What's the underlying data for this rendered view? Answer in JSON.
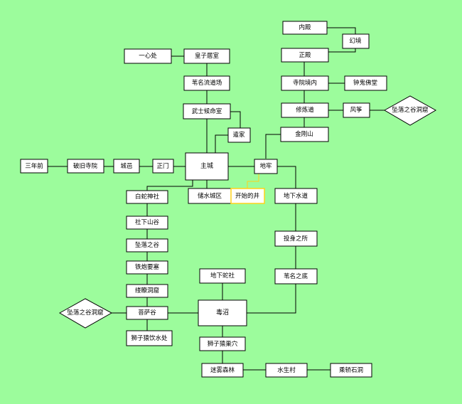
{
  "diagram": {
    "nodes": {
      "neidian": "内殿",
      "huanjing": "幻境",
      "zhengdian": "正殿",
      "siyuanjingnei": "寺院境内",
      "zhongguifotang": "钟鬼佛堂",
      "xiulian": "修炼道",
      "fengchuan": "风筝",
      "zhuiluo_right": "坠落之谷洞窟",
      "jingangshan": "金刚山",
      "yixinchu": "一心处",
      "huangzi": "皇子居室",
      "weiming": "苇名流道场",
      "wushi": "武士候命室",
      "lianjia": "遣家",
      "sannianqian": "三年前",
      "pojiu": "破旧寺院",
      "chengyi": "城邑",
      "zhengmen": "正门",
      "zhucheng": "主城",
      "dilao": "地牢",
      "baishe": "白蛇神社",
      "chushui": "储水城区",
      "kaishi": "开始的井",
      "dixiashuidao": "地下水道",
      "sheshan": "社下山谷",
      "zhuiluo_gu": "坠落之谷",
      "toushen": "投身之所",
      "tiepao": "铁炮要塞",
      "dixiashe": "地下蛇社",
      "weimingzhidi": "苇名之底",
      "lushi": "缕瞭洞窟",
      "zhuiluo_left": "坠落之谷洞窟",
      "pusagu": "菩萨谷",
      "duzhao": "毒沼",
      "shizihou_yin": "狮子猿饮水处",
      "shizihou_chao": "狮子猿巢穴",
      "mishen": "迷雾森林",
      "shuishengcun": "水生村",
      "yuanshi": "乘轿石洞"
    }
  }
}
